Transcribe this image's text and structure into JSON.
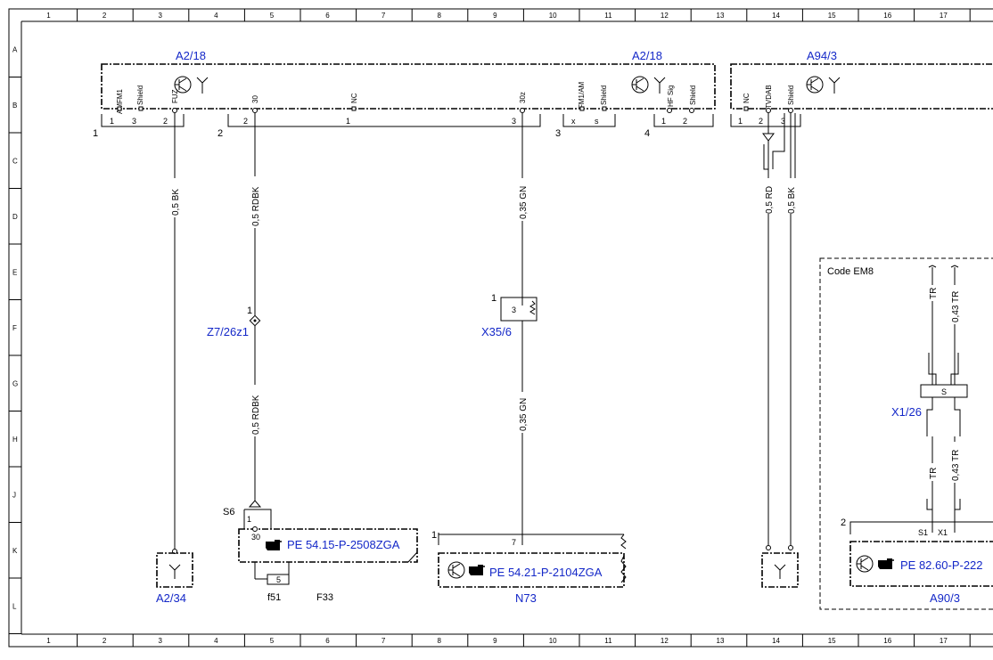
{
  "grid": {
    "columns": [
      "1",
      "2",
      "3",
      "4",
      "5",
      "6",
      "7",
      "8",
      "9",
      "10",
      "11",
      "12",
      "13",
      "14",
      "15",
      "16",
      "17"
    ],
    "rows": [
      "A",
      "B",
      "C",
      "D",
      "E",
      "F",
      "G",
      "H",
      "J",
      "K",
      "L"
    ]
  },
  "components": {
    "a2_18_left": "A2/18",
    "a2_18_right": "A2/18",
    "a94_3": "A94/3",
    "a2_34": "A2/34",
    "z7_26z1": "Z7/26z1",
    "x35_6": "X35/6",
    "n73": "N73",
    "x1_26": "X1/26",
    "a90_3": "A90/3",
    "f51": "f51",
    "f33": "F33",
    "s6": "S6"
  },
  "references": {
    "pe_54_15": "PE 54.15-P-2508ZGA",
    "pe_54_21": "PE 54.21-P-2104ZGA",
    "pe_82_60": "PE 82.60-P-222"
  },
  "code_box": {
    "label": "Code EM8"
  },
  "pin_labels": {
    "amfm1": "AMFM1",
    "shield1": "Shield",
    "fuz": "FUZ",
    "p30": "30",
    "nc1": "NC",
    "p30z": "30z",
    "fm1am": "FM1/AM",
    "shield2": "Shield",
    "hfsig": "HF Sig",
    "shield3": "Shield",
    "nc2": "NC",
    "tvdab": "TVDAB",
    "shield4": "Shield"
  },
  "connector_numbers": {
    "c1": "1",
    "c2": "2",
    "c3": "3",
    "c4": "4",
    "c1_p1": "1",
    "c1_p3": "3",
    "c1_p2": "2",
    "c2_p2": "2",
    "c2_p1": "1",
    "c2_p3": "3",
    "c3_x": "x",
    "c3_s": "s",
    "c4_p1": "1",
    "c4_p2": "2",
    "c5_p1": "1",
    "c5_p2": "2",
    "c5_p3": "3",
    "z7_pin": "1",
    "x35_pin": "1",
    "x35_inner": "3",
    "s6_pin": "1",
    "s6_30": "30",
    "f51_5": "5",
    "n73_pin": "1",
    "n73_7": "7",
    "x1_s": "S",
    "a90_2": "2",
    "a90_s1": "S1",
    "a90_x1": "X1"
  },
  "wires": {
    "w_bk1": "0,5 BK",
    "w_rdbk1": "0,5 RDBK",
    "w_rdbk2": "0,5 RDBK",
    "w_gn1": "0,35 GN",
    "w_gn2": "0,35 GN",
    "w_rd": "0,5 RD",
    "w_bk2": "0,5 BK",
    "w_tr1": "TR",
    "w_tr2": "0,43 TR",
    "w_tr3": "TR",
    "w_tr4": "0,43 TR"
  },
  "colors": {
    "component_label": "#1428c8",
    "line": "#000000"
  }
}
